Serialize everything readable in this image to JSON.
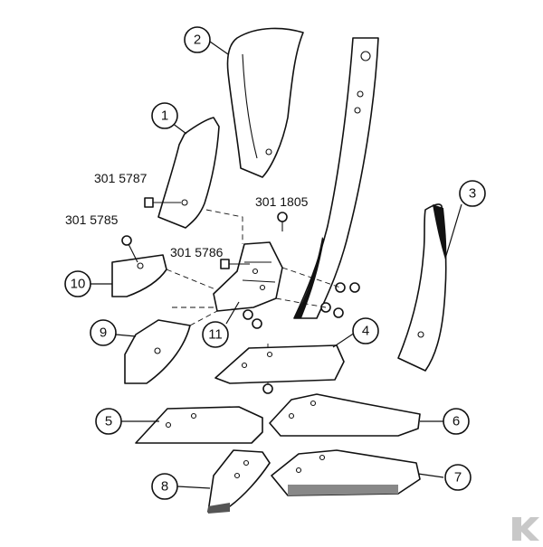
{
  "callouts": [
    "1",
    "2",
    "3",
    "4",
    "5",
    "6",
    "7",
    "8",
    "9",
    "10",
    "11"
  ],
  "part_codes": {
    "bolt_upper": "301 5787",
    "bolt_lower": "301 5785",
    "bolt_mid": "301 5786",
    "bolt_top": "301 1805"
  },
  "colors": {
    "line": "#111111",
    "background": "#ffffff",
    "logo": "#c8c8c8"
  }
}
